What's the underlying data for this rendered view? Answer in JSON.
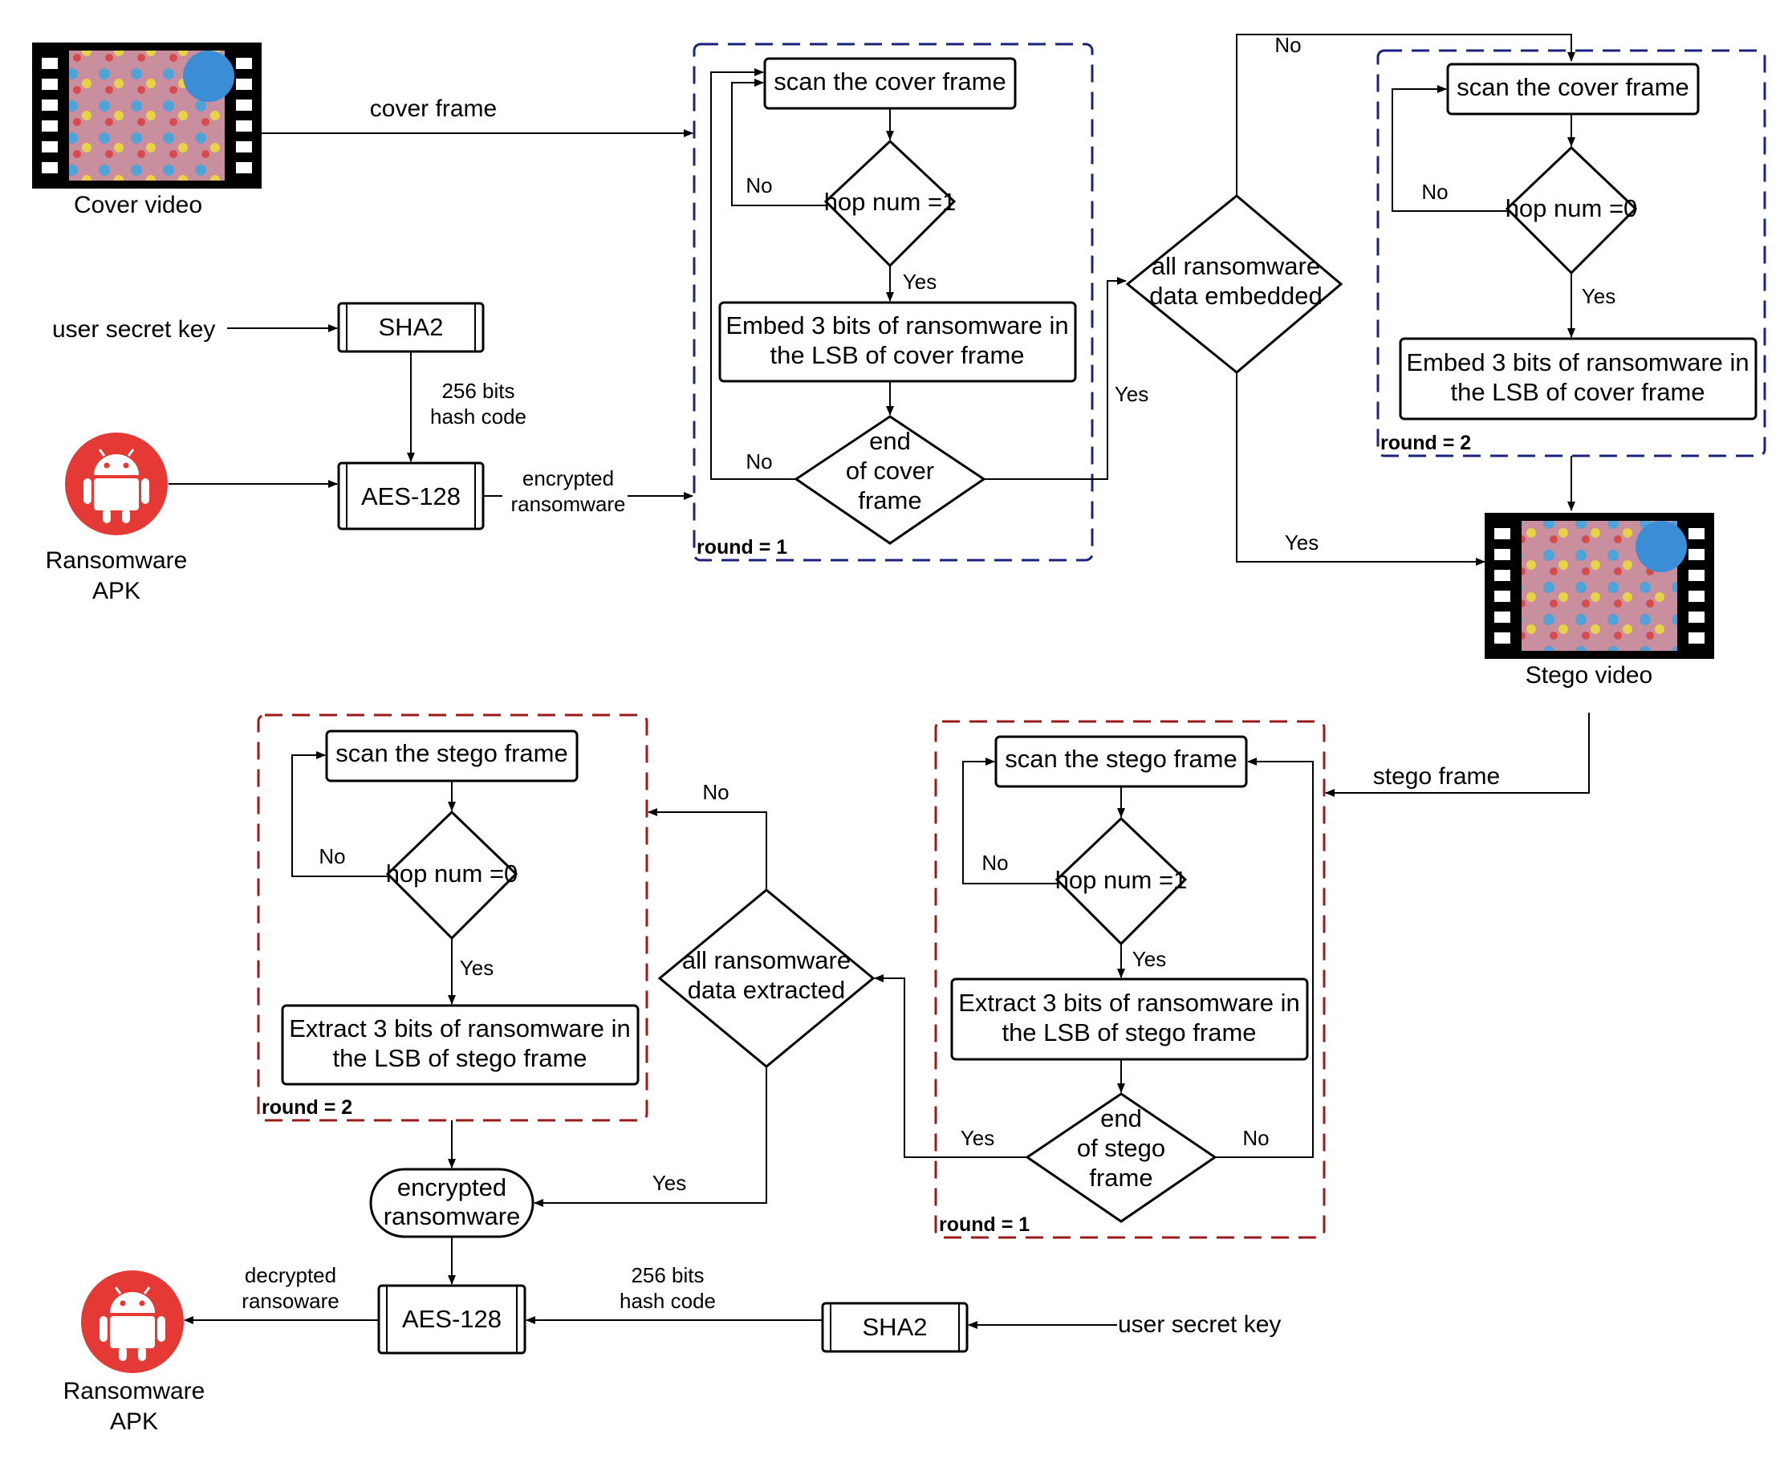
{
  "colors": {
    "encode_group_border": "#1a237e",
    "decode_group_border": "#9b1b1b",
    "android_red": "#e53935",
    "line": "#000000"
  },
  "encode": {
    "cover_video_label": "Cover video",
    "cover_frame_label": "cover frame",
    "user_secret_key": "user secret key",
    "sha2": "SHA2",
    "hash_label_line1": "256 bits",
    "hash_label_line2": "hash code",
    "aes": "AES-128",
    "ransomware_apk_line1": "Ransomware",
    "ransomware_apk_line2": "APK",
    "encrypted_line1": "encrypted",
    "encrypted_line2": "ransomware",
    "round1": {
      "scan": "scan the cover frame",
      "hop": "hop num =1",
      "embed_line1": "Embed 3 bits of ransomware in",
      "embed_line2": "the LSB of cover frame",
      "end_line1": "end",
      "end_line2": "of cover",
      "end_line3": "frame",
      "round_label": "round = 1"
    },
    "decision_line1": "all ransomware",
    "decision_line2": "data embedded",
    "round2": {
      "scan": "scan the cover frame",
      "hop": "hop num =0",
      "embed_line1": "Embed 3 bits of ransomware in",
      "embed_line2": "the LSB of cover frame",
      "round_label": "round = 2"
    },
    "stego_video_label": "Stego video"
  },
  "decode": {
    "stego_frame_label": "stego frame",
    "round1": {
      "scan": "scan the stego frame",
      "hop": "hop num =1",
      "extract_line1": "Extract 3 bits of ransomware in",
      "extract_line2": "the LSB of stego frame",
      "end_line1": "end",
      "end_line2": "of stego",
      "end_line3": "frame",
      "round_label": "round = 1"
    },
    "decision_line1": "all ransomware",
    "decision_line2": "data extracted",
    "round2": {
      "scan": "scan the stego frame",
      "hop": "hop num =0",
      "extract_line1": "Extract 3 bits of ransomware in",
      "extract_line2": "the LSB of stego frame",
      "round_label": "round = 2"
    },
    "encrypted_line1": "encrypted",
    "encrypted_line2": "ransomware",
    "aes": "AES-128",
    "sha2": "SHA2",
    "hash_label_line1": "256 bits",
    "hash_label_line2": "hash code",
    "user_secret_key": "user secret key",
    "decrypted_line1": "decrypted",
    "decrypted_line2": "ransoware",
    "ransomware_apk_line1": "Ransomware",
    "ransomware_apk_line2": "APK"
  },
  "labels": {
    "yes": "Yes",
    "no": "No"
  }
}
